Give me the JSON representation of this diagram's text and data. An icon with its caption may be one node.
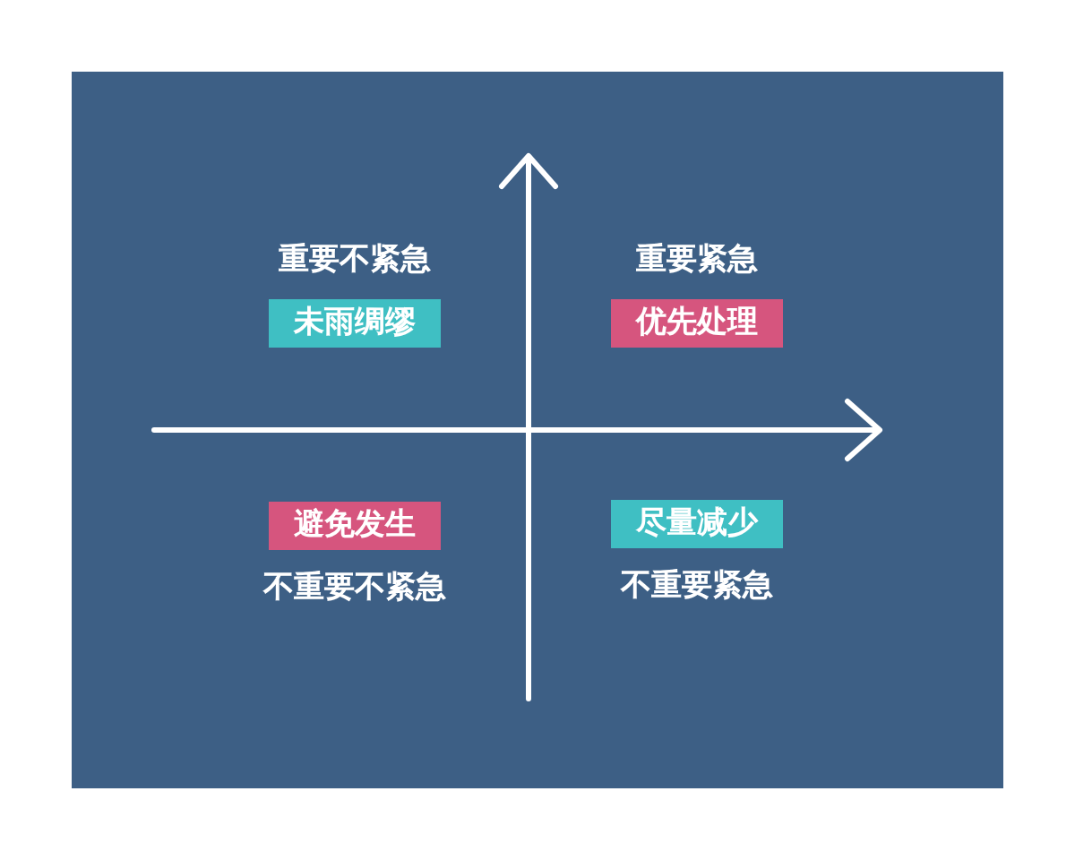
{
  "diagram": {
    "nodes": [
      {
        "text": [
          "未雨绸缪"
        ],
        "beside": [
          "重要不紧急"
        ]
      },
      {
        "text": [
          "优先处理"
        ],
        "beside": [
          "重要紧急"
        ]
      },
      {
        "text": [
          "避免发生"
        ],
        "beside": [
          "不重要不紧急"
        ]
      },
      {
        "text": [
          "尽量减少"
        ],
        "beside": [
          "不重要紧急"
        ]
      }
    ]
  }
}
